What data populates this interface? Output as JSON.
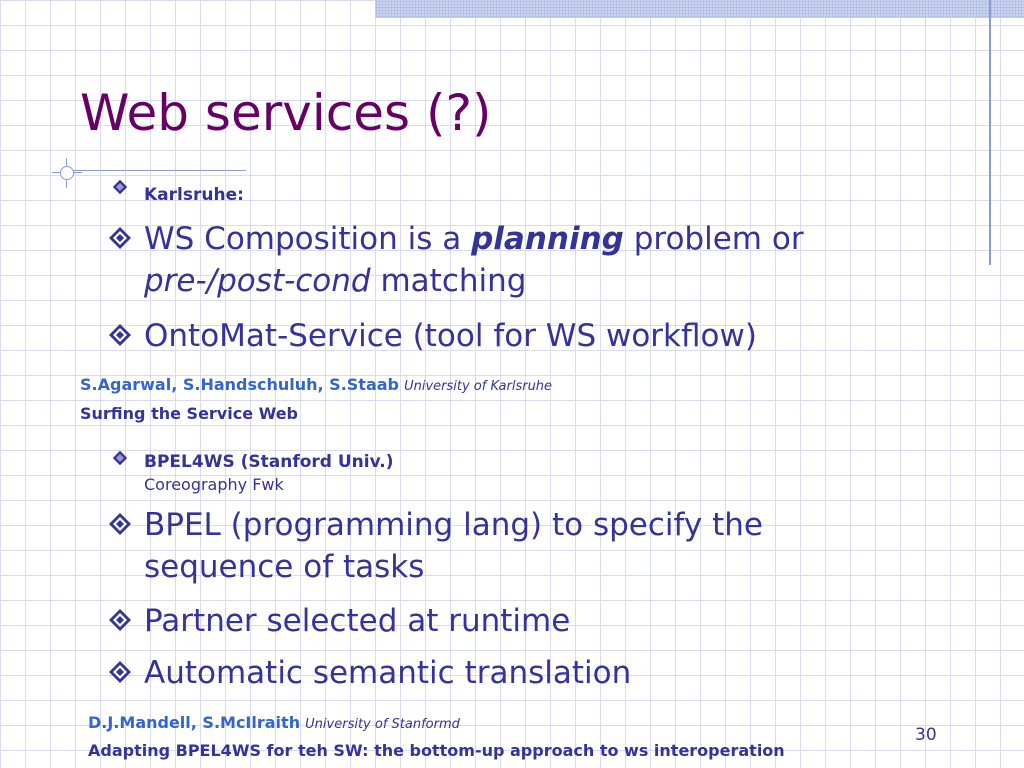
{
  "title": "Web services (?)",
  "section1": {
    "heading": "Karlsruhe:",
    "bullets": [
      {
        "pre": "WS Composition is a ",
        "emph": "planning",
        "post": " problem or",
        "line2_italic": "pre-/post-cond",
        "line2_rest": " matching"
      },
      {
        "text": "OntoMat-Service (tool for WS workflow)"
      }
    ],
    "ref_names": "S.Agarwal, S.Handschuluh, S.Staab",
    "ref_uni": "University of Karlsruhe",
    "ref_title": "Surfing the Service Web"
  },
  "section2": {
    "heading": "BPEL4WS (Stanford Univ.)",
    "subheading": "Coreography Fwk",
    "bullets": [
      {
        "line1": "BPEL (programming lang) to specify the",
        "line2": "sequence of tasks"
      },
      {
        "text": "Partner selected at runtime"
      },
      {
        "text": "Automatic semantic translation"
      }
    ],
    "ref_names": "D.J.Mandell, S.McIlraith",
    "ref_uni": "University of Stanformd",
    "ref_title": "Adapting BPEL4WS for teh SW: the bottom-up approach to ws interoperation"
  },
  "page_number": "30",
  "colors": {
    "title": "#660066",
    "text": "#333399",
    "ref": "#3366cc",
    "grid": "#d9dcef"
  },
  "icons": {
    "bullet": "diamond-bullet-icon"
  }
}
